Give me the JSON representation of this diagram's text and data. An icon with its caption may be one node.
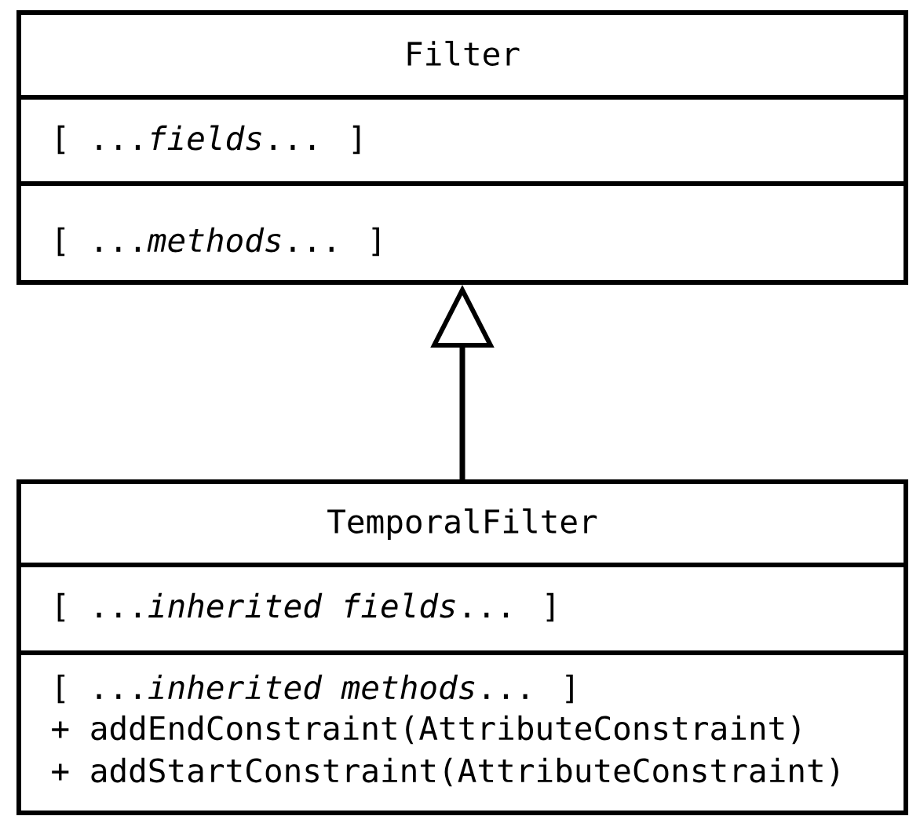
{
  "diagram": {
    "nodes": [
      {
        "text": [
          "Filter",
          "[ ...*fields*... ]",
          "[ ...*methods*... ]"
        ]
      },
      {
        "text": [
          "TemporalFilter",
          "[ ...*inherited fields*... ]",
          "[ ...*inherited methods*... ]",
          "+ addEndConstraint(AttributeConstraint)",
          "+ addStartConstraint(AttributeConstraint)"
        ]
      }
    ],
    "edges": [
      {
        "from": 1,
        "to": 0,
        "arrow": "to"
      }
    ]
  }
}
